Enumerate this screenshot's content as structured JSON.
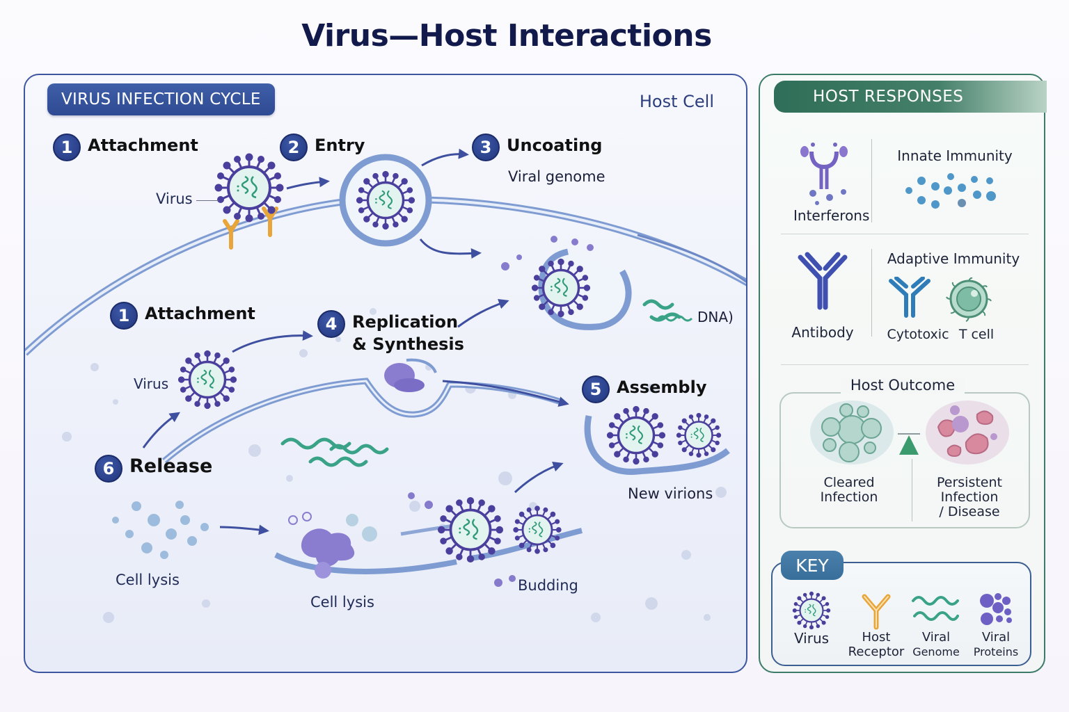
{
  "title": "Virus—Host Interactions",
  "infection_cycle": {
    "badge": "VIRUS INFECTION CYCLE",
    "host_cell_label": "Host Cell",
    "steps": [
      {
        "number": "1",
        "label": "Attachment"
      },
      {
        "number": "2",
        "label": "Entry"
      },
      {
        "number": "3",
        "label": "Uncoating"
      },
      {
        "number": "1",
        "label": "Attachment"
      },
      {
        "number": "4",
        "label_line1": "Replication",
        "label_line2": "& Synthesis"
      },
      {
        "number": "5",
        "label": "Assembly"
      },
      {
        "number": "6",
        "label": "Release"
      }
    ],
    "annotations": {
      "virus_top": "Virus",
      "viral_genome": "Viral genome",
      "dna": "DNA)",
      "virus_mid": "Virus",
      "new_virions": "New virions",
      "cell_lysis_left": "Cell lysis",
      "cell_lysis_center": "Cell lysis",
      "budding": "Budding"
    }
  },
  "host_responses": {
    "badge": "HOST RESPONSES",
    "innate": {
      "icon_label": "Interferons",
      "heading": "Innate Immunity"
    },
    "adaptive": {
      "icon_label": "Antibody",
      "heading": "Adaptive Immunity",
      "sub_left": "Cytotoxic",
      "sub_right": "T cell"
    },
    "outcome": {
      "title": "Host Outcome",
      "left_line1": "Cleared",
      "left_line2": "Infection",
      "right_line1": "Persistent",
      "right_line2": "Infection",
      "right_line3": "/ Disease"
    },
    "key": {
      "badge": "KEY",
      "items": [
        {
          "icon": "virus-icon",
          "line1": "Virus",
          "line2": ""
        },
        {
          "icon": "host-receptor-icon",
          "line1": "Host",
          "line2": "Receptor"
        },
        {
          "icon": "viral-genome-icon",
          "line1": "Viral",
          "line2": "Genome"
        },
        {
          "icon": "viral-proteins-icon",
          "line1": "Viral",
          "line2": "Proteins"
        }
      ]
    }
  },
  "colors": {
    "navy": "#22367c",
    "virus_purple": "#4a3f9c",
    "genome_green": "#3aa387",
    "receptor_orange": "#e8a53a",
    "membrane_blue": "#7f9cd2",
    "response_green": "#2f6e58"
  }
}
